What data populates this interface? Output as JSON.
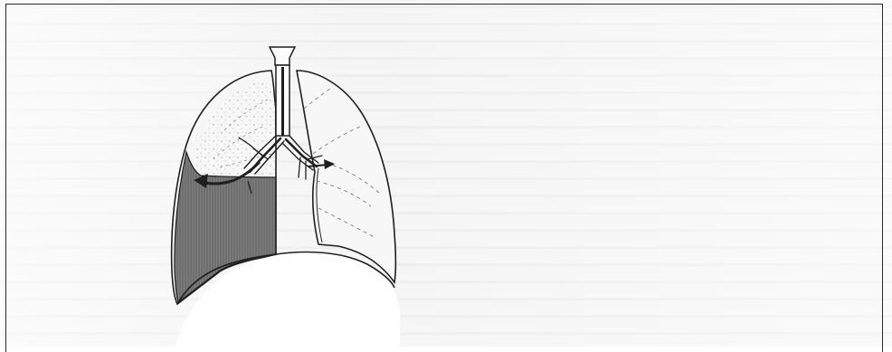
{
  "figure": {
    "subject": "lungs-with-bronchial-tree",
    "colors": {
      "outline": "#1f1f1f",
      "effusion_fill": "#7d7d7d",
      "effusion_hatch": "#5f5f5f",
      "lung_fill": "#f6f6f6",
      "diaphragm_fill": "#ffffff",
      "dots": "#8a8a8a"
    },
    "arrows": [
      {
        "name": "airflow-arrow-left",
        "direction": "left-down"
      },
      {
        "name": "airflow-arrow-right",
        "direction": "right"
      }
    ]
  }
}
